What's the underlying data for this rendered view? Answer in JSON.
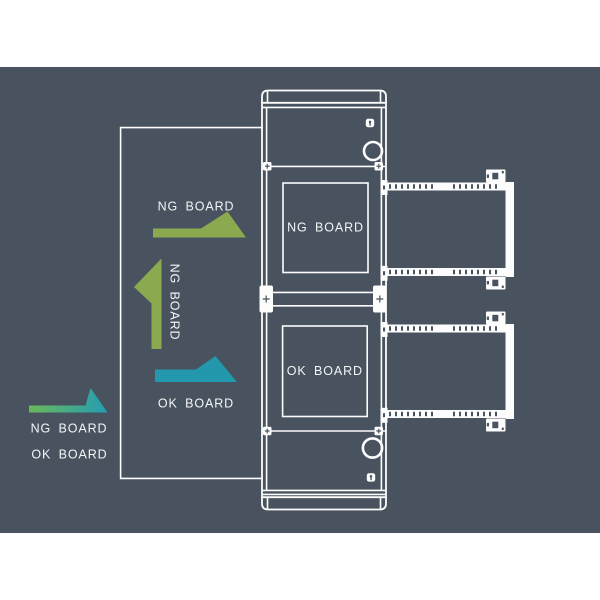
{
  "colors": {
    "panel_bg": "#48535f",
    "line": "#fdfdfd",
    "ng_green": "#8ba94f",
    "ok_teal": "#2397ab",
    "legend_gradient_start": "#6ab859",
    "legend_gradient_end": "#259db3"
  },
  "labels": {
    "ng_flow_top": "NG BOARD",
    "ng_flow_vertical": "NG BOARD",
    "ok_flow": "OK BOARD",
    "legend_ng": "NG BOARD",
    "legend_ok": "OK BOARD",
    "ng_compartment": "NG BOARD",
    "ok_compartment": "OK BOARD"
  }
}
